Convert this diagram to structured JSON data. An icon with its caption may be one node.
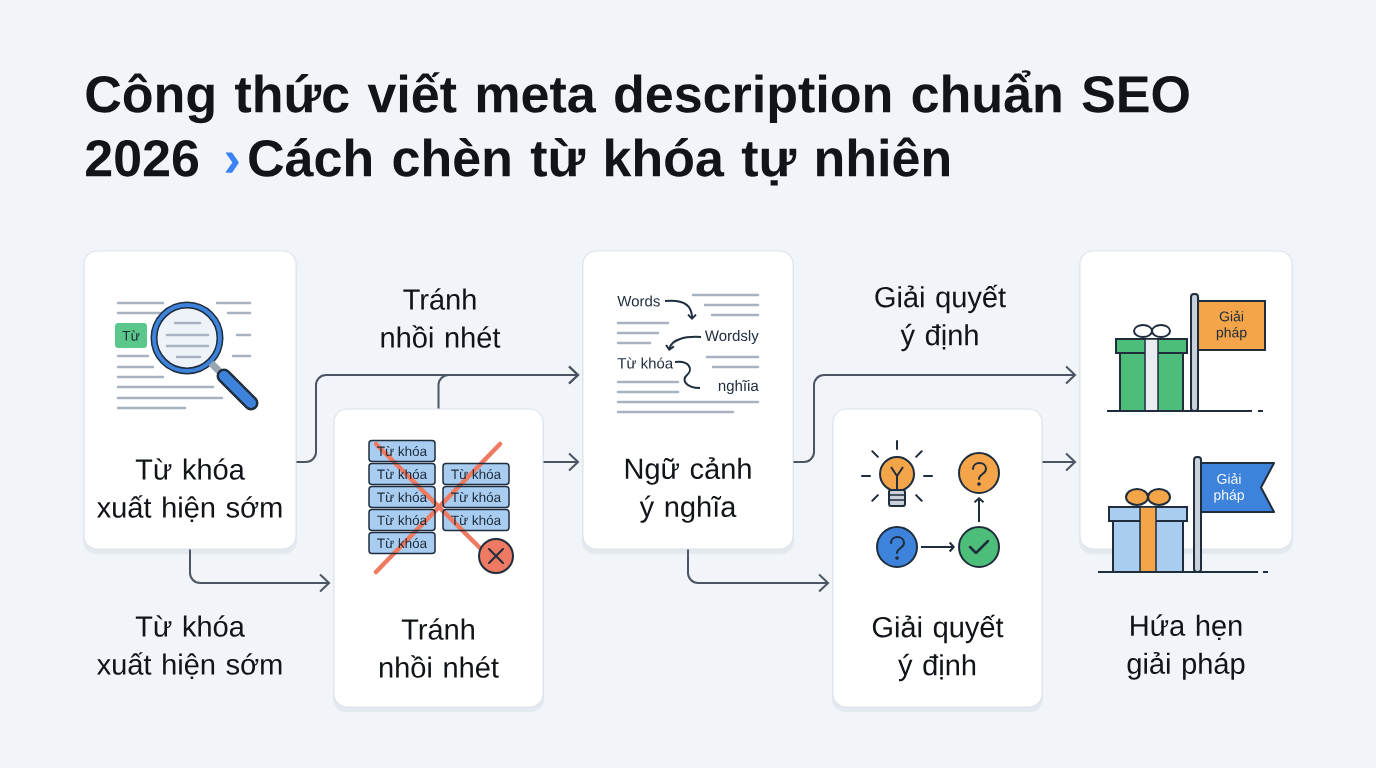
{
  "diagram": {
    "title": "Công thức viết meta description chuẩn SEO 2026 › Cách chèn từ khóa tự nhiên",
    "nodes": [
      {
        "text": [
          "Từ khóa xuất hiện sớm"
        ],
        "beside": [
          "Từ khóa xuất hiện sớm"
        ]
      },
      {
        "text": [
          "Tránh nhồi nhét"
        ],
        "beside": [
          "Tránh nhồi nhét"
        ]
      },
      {
        "text": [
          "Ngữ cảnh ý nghĩa"
        ]
      },
      {
        "text": [
          "Giải quyết ý định"
        ],
        "beside": [
          "Giải quyết ý định"
        ]
      },
      {
        "text": [
          "Hứa hẹn giải pháp"
        ]
      }
    ],
    "edges": [
      {
        "from": 0,
        "to": 2,
        "arrow": "to"
      },
      {
        "from": 1,
        "to": 2,
        "arrow": "to"
      },
      {
        "from": 1,
        "to": 2,
        "arrow": "to"
      },
      {
        "from": 0,
        "to": 1,
        "arrow": "to"
      },
      {
        "from": 2,
        "to": 4,
        "arrow": "to"
      },
      {
        "from": 2,
        "to": 3,
        "arrow": "to"
      },
      {
        "from": 3,
        "to": 4,
        "arrow": "to"
      }
    ],
    "labels": [
      "Từ",
      "Từ khóa",
      "Từ khóa",
      "Từ khóa",
      "Từ khóa",
      "Từ khóa",
      "Từ khóa",
      "Từ khóa",
      "Từ khóa",
      "Words",
      "Wordsly",
      "Từ khóa",
      "nghĩia",
      "Giải pháp",
      "Giải pháp"
    ]
  }
}
